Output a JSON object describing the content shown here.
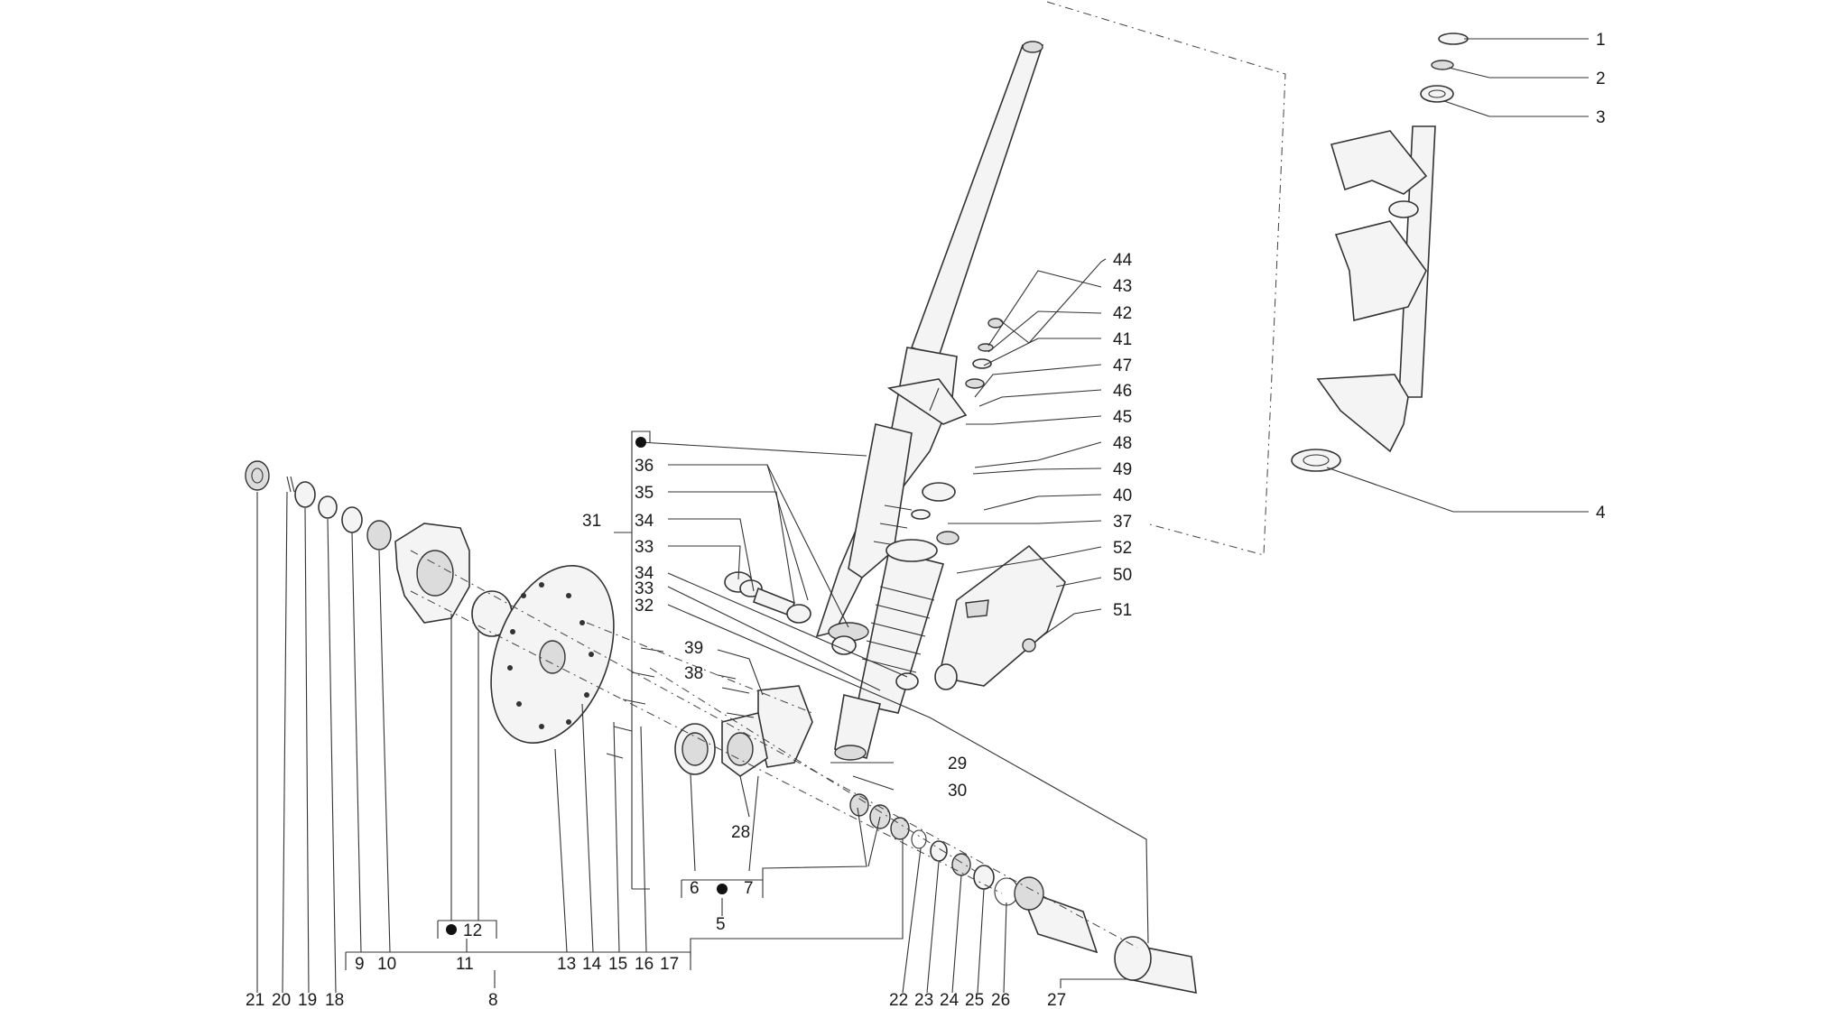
{
  "labels": {
    "l1": "1",
    "l2": "2",
    "l3": "3",
    "l4": "4",
    "l5": "5",
    "l6": "6",
    "l7": "7",
    "l8": "8",
    "l9": "9",
    "l10": "10",
    "l11": "11",
    "l12": "12",
    "l13": "13",
    "l14": "14",
    "l15": "15",
    "l16": "16",
    "l17": "17",
    "l18": "18",
    "l19": "19",
    "l20": "20",
    "l21": "21",
    "l22": "22",
    "l23": "23",
    "l24": "24",
    "l25": "25",
    "l26": "26",
    "l27": "27",
    "l28": "28",
    "l29": "29",
    "l30": "30",
    "l31": "31",
    "l32": "32",
    "l33a": "33",
    "l33b": "33",
    "l34a": "34",
    "l34b": "34",
    "l35": "35",
    "l36": "36",
    "l37": "37",
    "l38": "38",
    "l39": "39",
    "l40": "40",
    "l41": "41",
    "l42": "42",
    "l43": "43",
    "l44": "44",
    "l45": "45",
    "l46": "46",
    "l47": "47",
    "l48": "48",
    "l49": "49",
    "l50": "50",
    "l51": "51",
    "l52": "52"
  }
}
